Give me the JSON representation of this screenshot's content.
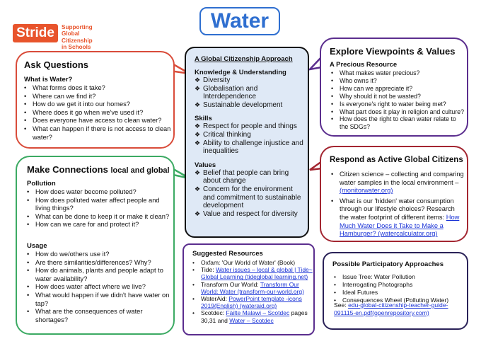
{
  "title": "Water",
  "logo": {
    "brand": "Stride",
    "tagline": [
      "Supporting",
      "Global Citizenship",
      "in Schools"
    ]
  },
  "ask": {
    "heading": "Ask Questions",
    "subheading": "What is Water?",
    "items": [
      "What forms does it take?",
      "Where can we find it?",
      "How do we get it into our homes?",
      "Where does it go when we've used it?",
      "Does everyone have access to clean water?",
      "What can happen if there is not access to clean water?"
    ]
  },
  "make": {
    "heading": "Make Connections",
    "heading_suffix": "local and global",
    "pollution_label": "Pollution",
    "pollution_items": [
      "How does water become polluted?",
      "How does polluted water affect people and living things?",
      "What can be done to keep it or make it clean?",
      "How can we care for and protect it?"
    ],
    "usage_label": "Usage",
    "usage_items": [
      "How do we/others use it?",
      "Are there similarities/differences? Why?",
      "How do animals, plants and people adapt to water availability?",
      "How does water affect where we live?",
      "What would happen if we didn't have water on tap?",
      "What are the consequences of water shortages?"
    ]
  },
  "center": {
    "caption": "A Global Citizenship Approach",
    "knowledge_label": "Knowledge & Understanding",
    "knowledge_items": [
      "Diversity",
      "Globalisation and Interdependence",
      "Sustainable development"
    ],
    "skills_label": "Skills",
    "skills_items": [
      "Respect for people and things",
      "Critical thinking",
      "Ability to challenge injustice and inequalities"
    ],
    "values_label": "Values",
    "values_items": [
      "Belief that people can bring about change",
      "Concern for the environment and commitment to sustainable development",
      "Value and respect for diversity"
    ]
  },
  "explore": {
    "heading": "Explore Viewpoints & Values",
    "subheading": "A Precious Resource",
    "items": [
      "What makes water precious?",
      "Who owns it?",
      "How can we appreciate it?",
      "Why should it not be wasted?",
      "Is everyone's right to water being met?",
      "What part does it play in religion and culture?",
      "How does the right to clean water relate to the SDGs?"
    ]
  },
  "respond": {
    "heading": "Respond as Active Global Citizens",
    "item1_text": "Citizen science – collecting and comparing water samples in the local environment – ",
    "item1_link": "(monitorwater.org)",
    "item2_text": "What is our 'hidden' water consumption through our lifestyle choices? Research the water footprint of different items: ",
    "item2_link": "How Much Water Does it Take to Make a Hamburger? (watercalculator.org)"
  },
  "suggest": {
    "heading": "Suggested Resources",
    "r1": "Oxfam: 'Our World of Water' (Book)",
    "r2_prefix": "Tide: ",
    "r2_link": "Water issues – local & global | Tide~ Global Learning (tideglobal learning.net)",
    "r3_prefix": "Transform Our World: ",
    "r3_link": "Transform Our World: Water (transform-our-world.org)",
    "r4_prefix": "WaterAid: ",
    "r4_link": "PowerPoint template -icons 2019(English) (wateraid.org)",
    "r5_prefix": "Scotdec: ",
    "r5_link1": "Fàilte Malawi – Scotdec",
    "r5_mid": " pages 30,31 and ",
    "r5_link2": "Water – Scotdec"
  },
  "possible": {
    "heading": "Possible Participatory Approaches",
    "items": [
      "Issue Tree: Water Pollution",
      "Interrogating Photographs",
      "Ideal Futures",
      "Consequences Wheel (Polluting Water)"
    ],
    "see_prefix": "See: ",
    "see_link": "edu-global-citizenship-teacher-guide-091115-en.pdf(openrepository.com)"
  },
  "colors": {
    "title": "#2f6fd0",
    "ask": "#d94c3a",
    "make": "#3caa63",
    "explore": "#5b2e8e",
    "respond": "#a32631",
    "center_fill": "#dfe9f6",
    "brand": "#e8542c"
  }
}
